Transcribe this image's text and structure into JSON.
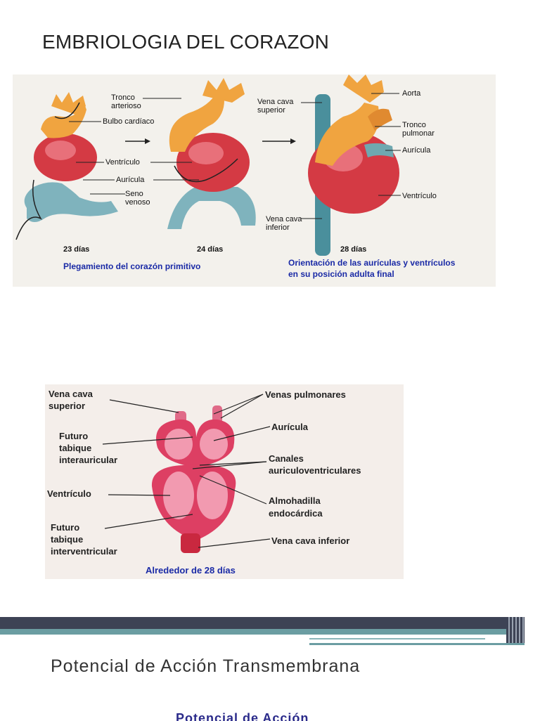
{
  "slide1": {
    "title": "EMBRIOLOGIA DEL CORAZON"
  },
  "figure1": {
    "labels": {
      "tronco_arterioso_1": "Tronco",
      "tronco_arterioso_2": "arterioso",
      "bulbo": "Bulbo cardíaco",
      "ventriculo": "Ventrículo",
      "auricula": "Aurícula",
      "seno_1": "Seno",
      "seno_2": "venoso",
      "vena_cava_sup_1": "Vena cava",
      "vena_cava_sup_2": "superior",
      "aorta": "Aorta",
      "tronco_pulmonar_1": "Tronco",
      "tronco_pulmonar_2": "pulmonar",
      "auricula_r": "Aurícula",
      "ventriculo_r": "Ventrículo",
      "vena_cava_inf_1": "Vena cava",
      "vena_cava_inf_2": "inferior",
      "dia23": "23 días",
      "dia24": "24 días",
      "dia28": "28 días",
      "caption_left": "Plegamiento del corazón primitivo",
      "caption_right_1": "Orientación de las aurículas y ventrículos",
      "caption_right_2": "en su posición adulta final"
    }
  },
  "figure2": {
    "labels": {
      "vcs_1": "Vena cava",
      "vcs_2": "superior",
      "tab_int_1": "Futuro",
      "tab_int_2": "tabique",
      "tab_int_3": "interauricular",
      "ventriculo": "Ventrículo",
      "tab_iv_1": "Futuro",
      "tab_iv_2": "tabique",
      "tab_iv_3": "interventricular",
      "venas_pulm": "Venas pulmonares",
      "auricula": "Aurícula",
      "canales_1": "Canales",
      "canales_2": "auriculoventriculares",
      "almohadilla_1": "Almohadilla",
      "almohadilla_2": "endocárdica",
      "vci": "Vena cava inferior",
      "caption": "Alrededor de 28 días"
    }
  },
  "slide2": {
    "title": "Potencial de Acción Transmembrana",
    "peek": "Potencial de Acción"
  }
}
